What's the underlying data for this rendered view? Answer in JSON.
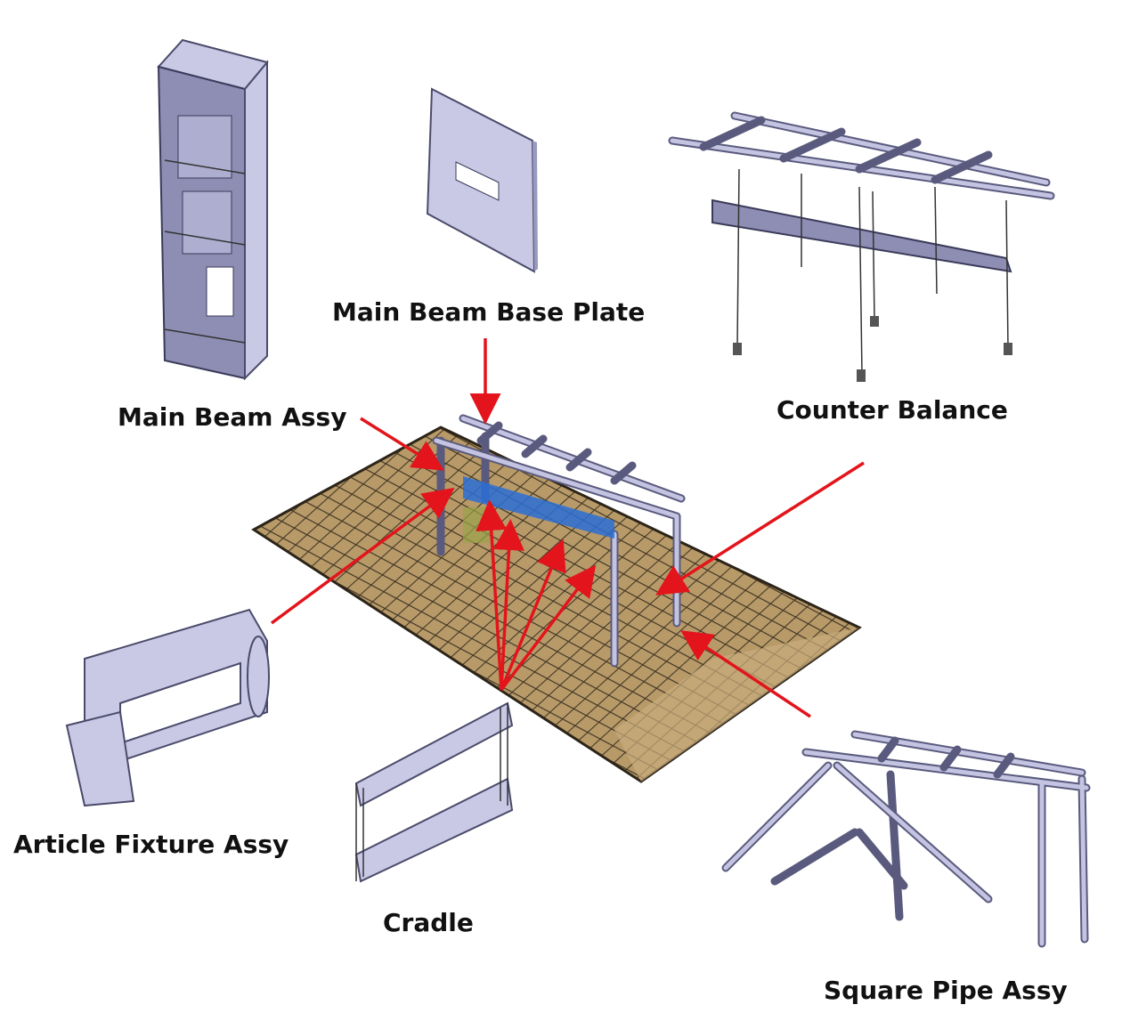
{
  "labels": {
    "main_beam_base_plate": "Main Beam Base Plate",
    "main_beam_assy": "Main Beam Assy",
    "counter_balance": "Counter Balance",
    "article_fixture_assy": "Article Fixture Assy",
    "cradle": "Cradle",
    "square_pipe_assy": "Square Pipe Assy"
  },
  "colors": {
    "arrow": "#e3141b",
    "part": "#c9c9e6",
    "platform": "#b89a68",
    "grid": "#3d3324",
    "accent_blue": "#2a6fd6"
  }
}
